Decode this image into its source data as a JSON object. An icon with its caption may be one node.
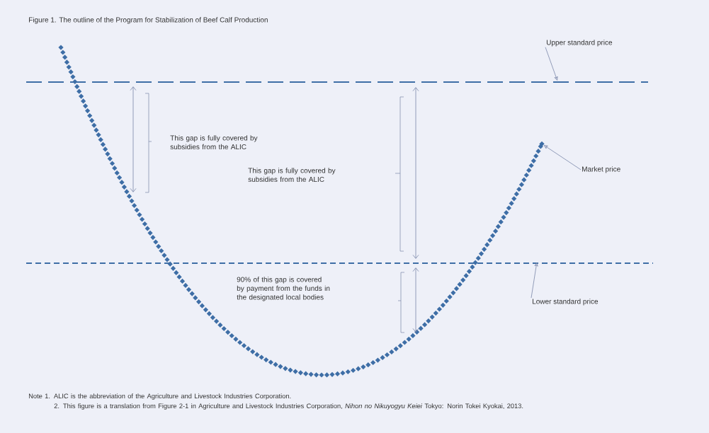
{
  "diagram": {
    "title": "Figure 1. The outline of the Program for Stabilization of Beef Calf Production",
    "nodes": [
      {
        "text": [
          "Upper standard price"
        ]
      },
      {
        "text": [],
        "shape": "line"
      },
      {
        "text": [
          "Market price"
        ]
      },
      {
        "text": [],
        "shape": "diamond"
      },
      {
        "text": [
          "Lower standard price"
        ]
      },
      {
        "text": [],
        "shape": "line"
      }
    ],
    "edges": [
      {
        "from": 0,
        "to": 1,
        "arrow": "to"
      },
      {
        "from": 2,
        "to": 3,
        "arrow": "to"
      },
      {
        "from": 4,
        "to": 5,
        "arrow": "to"
      }
    ],
    "labels": [
      "This gap is fully covered by subsidies from the ALIC",
      "This gap is fully covered by subsidies from the ALIC",
      "90% of this gap is covered by payment from the funds in the designated local bodies",
      "Note 1. ALIC is the abbreviation of the Agriculture and Livestock Industries Corporation.",
      "2. This figure is a translation from Figure 2-1 in Agriculture and Livestock Industries Corporation, *Nihon no Nikuyogyu Keiei* Tokyo: Norin Tokei Kyokai, 2013."
    ]
  }
}
